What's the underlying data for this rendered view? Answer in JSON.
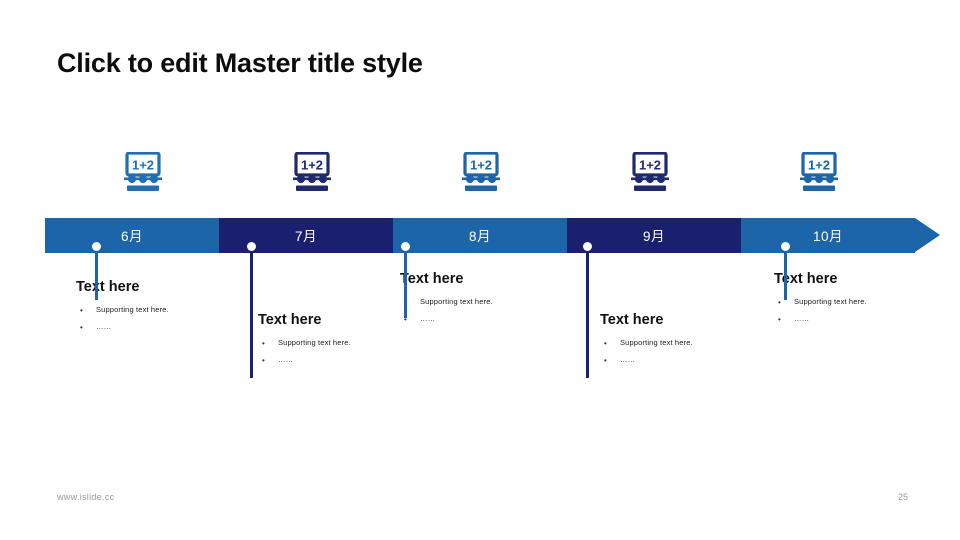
{
  "slide": {
    "title": "Click to edit Master title style",
    "background": "#ffffff"
  },
  "colors": {
    "blue_light": "#1C65A8",
    "blue_dark": "#1A1F6E",
    "icon_blue": "#1F6FB2",
    "icon_navy": "#1F2A6E",
    "title_color": "#0d0d0d",
    "footer_gray": "#9a9a9a"
  },
  "icons": [
    {
      "name": "abacus-icon",
      "label": "1+2",
      "color": "#1F6FB2"
    },
    {
      "name": "abacus-icon",
      "label": "1+2",
      "color": "#1F2A6E"
    },
    {
      "name": "abacus-icon",
      "label": "1+2",
      "color": "#1C65A8"
    },
    {
      "name": "abacus-icon",
      "label": "1+2",
      "color": "#1F2A6E"
    },
    {
      "name": "abacus-icon",
      "label": "1+2",
      "color": "#1C65A8"
    }
  ],
  "timeline": {
    "segments": [
      {
        "label": "6月",
        "color": "#1C65A8"
      },
      {
        "label": "7月",
        "color": "#1A1F6E"
      },
      {
        "label": "8月",
        "color": "#1C65A8"
      },
      {
        "label": "9月",
        "color": "#1A1F6E"
      },
      {
        "label": "10月",
        "color": "#1C65A8"
      }
    ]
  },
  "blocks": [
    {
      "title": "Text here",
      "bullets": [
        "Supporting text here.",
        "……"
      ],
      "line_color": "#1C65A8"
    },
    {
      "title": "Text here",
      "bullets": [
        "Supporting text here.",
        "……"
      ],
      "line_color": "#1A1F6E"
    },
    {
      "title": "Text here",
      "bullets": [
        "Supporting text here.",
        "……"
      ],
      "line_color": "#1C65A8"
    },
    {
      "title": "Text here",
      "bullets": [
        "Supporting text here.",
        "……"
      ],
      "line_color": "#1A1F6E"
    },
    {
      "title": "Text here",
      "bullets": [
        "Supporting text here.",
        "……"
      ],
      "line_color": "#1C65A8"
    }
  ],
  "footer": {
    "url": "www.islide.cc",
    "page_number": "25"
  }
}
